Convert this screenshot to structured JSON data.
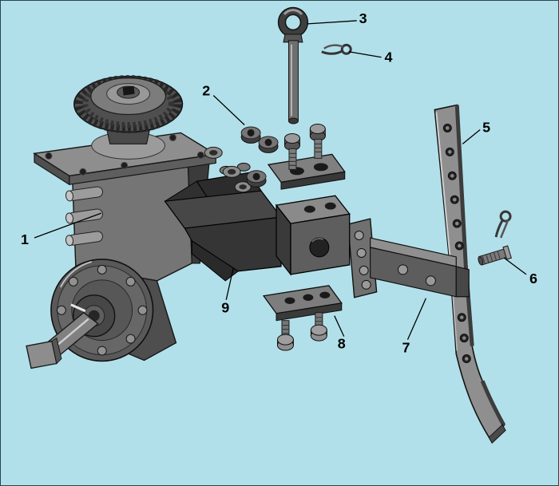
{
  "palette": {
    "background": "#b2e0ea",
    "ink": "#141414",
    "part_light": "#9a9a9a",
    "part_mid": "#6e6e6e",
    "part_dark": "#3a3a3a"
  },
  "diagram": {
    "type": "exploded-parts-diagram",
    "callouts": [
      {
        "label": "1"
      },
      {
        "label": "2"
      },
      {
        "label": "3"
      },
      {
        "label": "4"
      },
      {
        "label": "5"
      },
      {
        "label": "6"
      },
      {
        "label": "7"
      },
      {
        "label": "8"
      },
      {
        "label": "9"
      }
    ]
  }
}
